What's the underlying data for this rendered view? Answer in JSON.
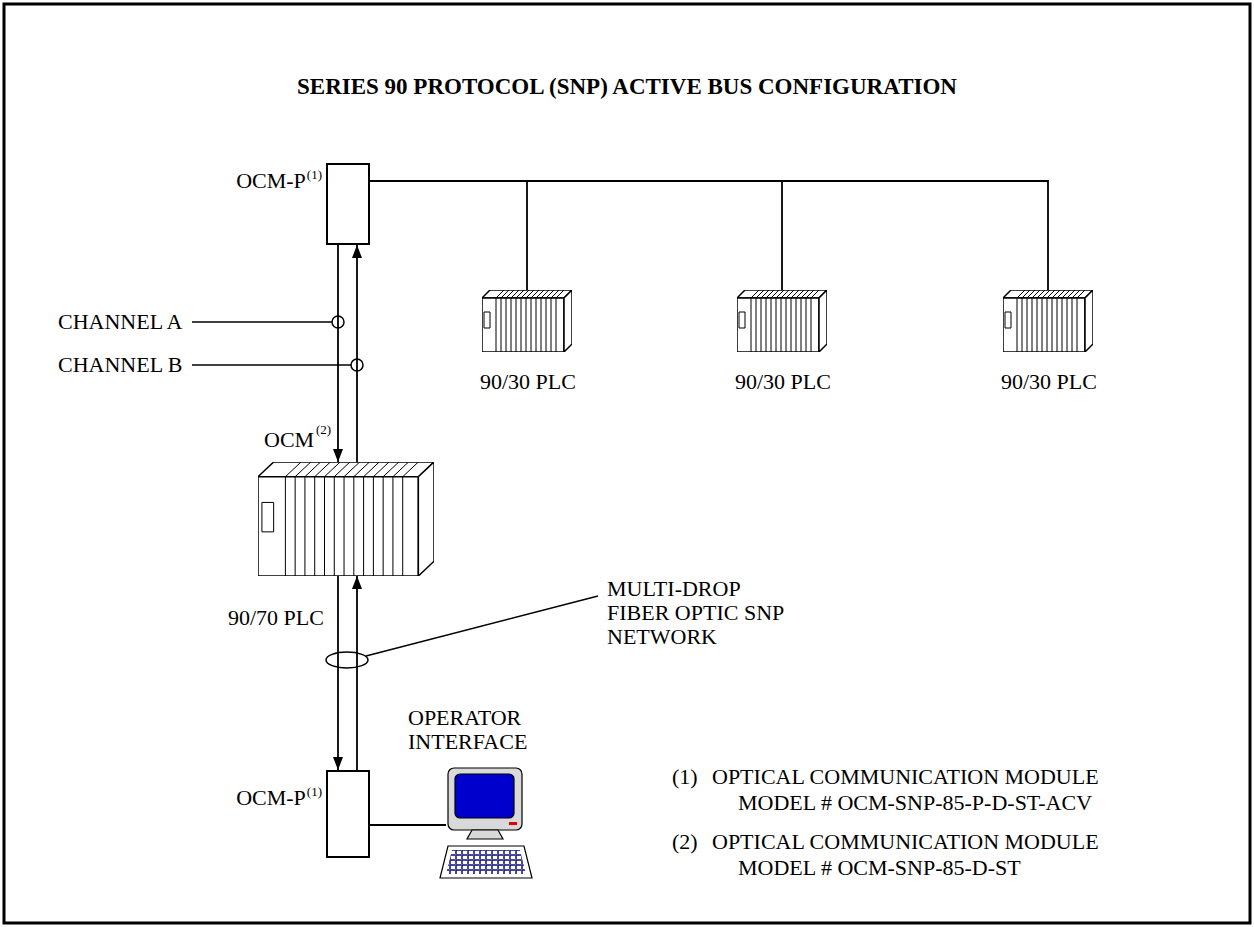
{
  "diagram": {
    "title": "SERIES 90 PROTOCOL (SNP) ACTIVE BUS CONFIGURATION",
    "nodes": [
      {
        "text": [
          "OCM-P",
          "(1)"
        ]
      },
      {
        "text": [
          "90/30 PLC"
        ]
      },
      {
        "text": [
          "90/30 PLC"
        ]
      },
      {
        "text": [
          "90/30 PLC"
        ]
      },
      {
        "text": [
          "90/70 PLC"
        ]
      },
      {
        "text": [
          "OCM-P",
          "(1)"
        ]
      },
      {
        "text": [
          "OPERATOR INTERFACE"
        ]
      }
    ],
    "edges": [
      {
        "from": 0,
        "to": 4,
        "arrow": "to"
      },
      {
        "from": 4,
        "to": 0,
        "arrow": "to"
      },
      {
        "from": 0,
        "to": 1,
        "arrow": "none"
      },
      {
        "from": 0,
        "to": 2,
        "arrow": "none"
      },
      {
        "from": 0,
        "to": 3,
        "arrow": "none"
      },
      {
        "from": 4,
        "to": 5,
        "arrow": "to"
      },
      {
        "from": 5,
        "to": 4,
        "arrow": "to"
      },
      {
        "from": 5,
        "to": 6,
        "arrow": "none"
      }
    ],
    "labels": [
      "CHANNEL A",
      "CHANNEL B",
      "OCM",
      "(2)",
      "MULTI-DROP FIBER OPTIC SNP NETWORK",
      "(1)",
      "OPTICAL COMMUNICATION MODULE",
      "MODEL # OCM-SNP-85-P-D-ST-ACV",
      "(2)",
      "OPTICAL COMMUNICATION MODULE",
      "MODEL # OCM-SNP-85-D-ST"
    ]
  }
}
